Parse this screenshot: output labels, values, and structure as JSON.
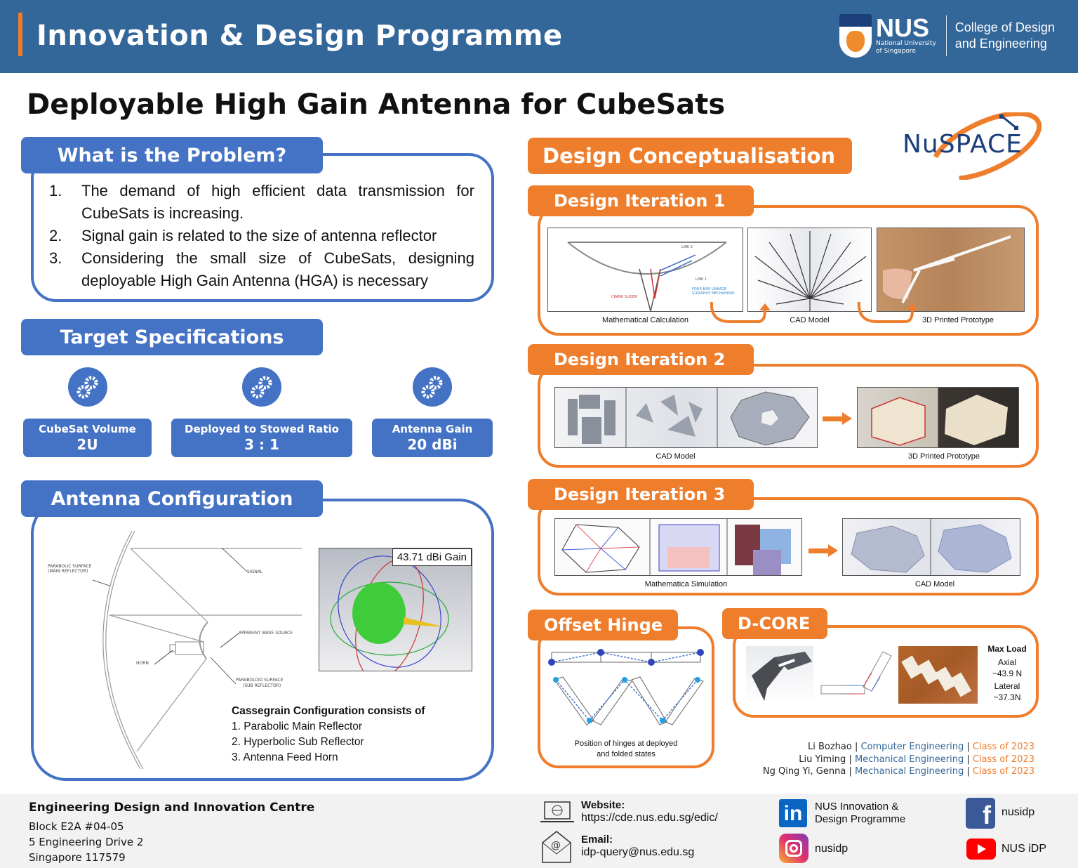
{
  "header": {
    "programme_title": "Innovation & Design Programme",
    "nus_wordmark": "NUS",
    "nus_subtitle_1": "National University",
    "nus_subtitle_2": "of Singapore",
    "college_line_1": "College of Design",
    "college_line_2": "and Engineering"
  },
  "poster_title": "Deployable High Gain Antenna for CubeSats",
  "nuspace_logo": "NuSpace",
  "problem": {
    "heading": "What is the Problem?",
    "items": [
      {
        "num": "1.",
        "text": "The demand of high efficient data transmission for CubeSats is increasing."
      },
      {
        "num": "2.",
        "text": "Signal gain is related to the size of antenna reflector"
      },
      {
        "num": "3.",
        "text": "Considering the small size of CubeSats, designing deployable High Gain Antenna (HGA) is necessary"
      }
    ]
  },
  "specs": {
    "heading": "Target Specifications",
    "items": [
      {
        "label": "CubeSat Volume",
        "value": "2U",
        "icon": "gears-icon"
      },
      {
        "label": "Deployed to Stowed Ratio",
        "value": "3 : 1",
        "icon": "gears-icon"
      },
      {
        "label": "Antenna Gain",
        "value": "20 dBi",
        "icon": "gears-icon"
      }
    ]
  },
  "antenna": {
    "heading": "Antenna Configuration",
    "diagram_labels": {
      "parabolic_1": "PARABOLIC SURFACE",
      "parabolic_2": "(MAIN REFLECTOR)",
      "signal": "SIGNAL",
      "apparent": "APPARENT WAVE SOURCE",
      "horn": "HORN",
      "paraboloid_1": "PARABOLOID SURFACE",
      "paraboloid_2": "(SUB REFLECTOR)"
    },
    "gain_label": "43.71 dBi Gain",
    "cassegrain_title": "Cassegrain Configuration consists of",
    "cassegrain_items": [
      "1.  Parabolic Main Reflector",
      "2.  Hyperbolic Sub Reflector",
      "3.  Antenna Feed Horn"
    ]
  },
  "design": {
    "heading": "Design Conceptualisation",
    "iter1": {
      "heading": "Design Iteration 1",
      "captions": [
        "Mathematical Calculation",
        "CAD Model",
        "3D Printed Prototype"
      ],
      "labels": {
        "link2": "LINK 2",
        "link1": "LINK 1",
        "crank": "CRANK SLIDER",
        "fourbar_1": "FOUR BAR LINKAGE",
        "fourbar_2": "(GRASHOF MECHANISM)"
      }
    },
    "iter2": {
      "heading": "Design Iteration 2",
      "captions": [
        "CAD Model",
        "3D Printed Prototype"
      ]
    },
    "iter3": {
      "heading": "Design Iteration 3",
      "captions": [
        "Mathematica Simulation",
        "CAD Model"
      ]
    },
    "hinge": {
      "heading": "Offset Hinge",
      "caption_1": "Position of hinges at deployed",
      "caption_2": "and folded states"
    },
    "dcore": {
      "heading": "D-CORE",
      "max_load": "Max Load",
      "axial_label": "Axial",
      "axial_value": "~43.9 N",
      "lateral_label": "Lateral",
      "lateral_value": "~37.3N"
    }
  },
  "authors": [
    {
      "name": "Li Bozhao",
      "dept": "Computer Engineering",
      "class": "Class of 2023"
    },
    {
      "name": "Liu Yiming",
      "dept": "Mechanical Engineering",
      "class": "Class of 2023"
    },
    {
      "name": "Ng Qing Yi, Genna",
      "dept": "Mechanical Engineering",
      "class": "Class of 2023"
    }
  ],
  "footer": {
    "centre_name": "Engineering Design and Innovation Centre",
    "address": [
      "Block E2A #04-05",
      "5 Engineering Drive 2",
      "Singapore 117579"
    ],
    "website_label": "Website:",
    "website_url": "https://cde.nus.edu.sg/edic/",
    "email_label": "Email:",
    "email": "idp-query@nus.edu.sg",
    "linkedin_1": "NUS Innovation &",
    "linkedin_2": "Design Programme",
    "instagram": "nusidp",
    "facebook": "nusidp",
    "youtube": "NUS iDP"
  },
  "colors": {
    "blue": "#4472c4",
    "header_blue": "#336699",
    "orange": "#ee7d2c",
    "footer_bg": "#f2f2f2"
  }
}
